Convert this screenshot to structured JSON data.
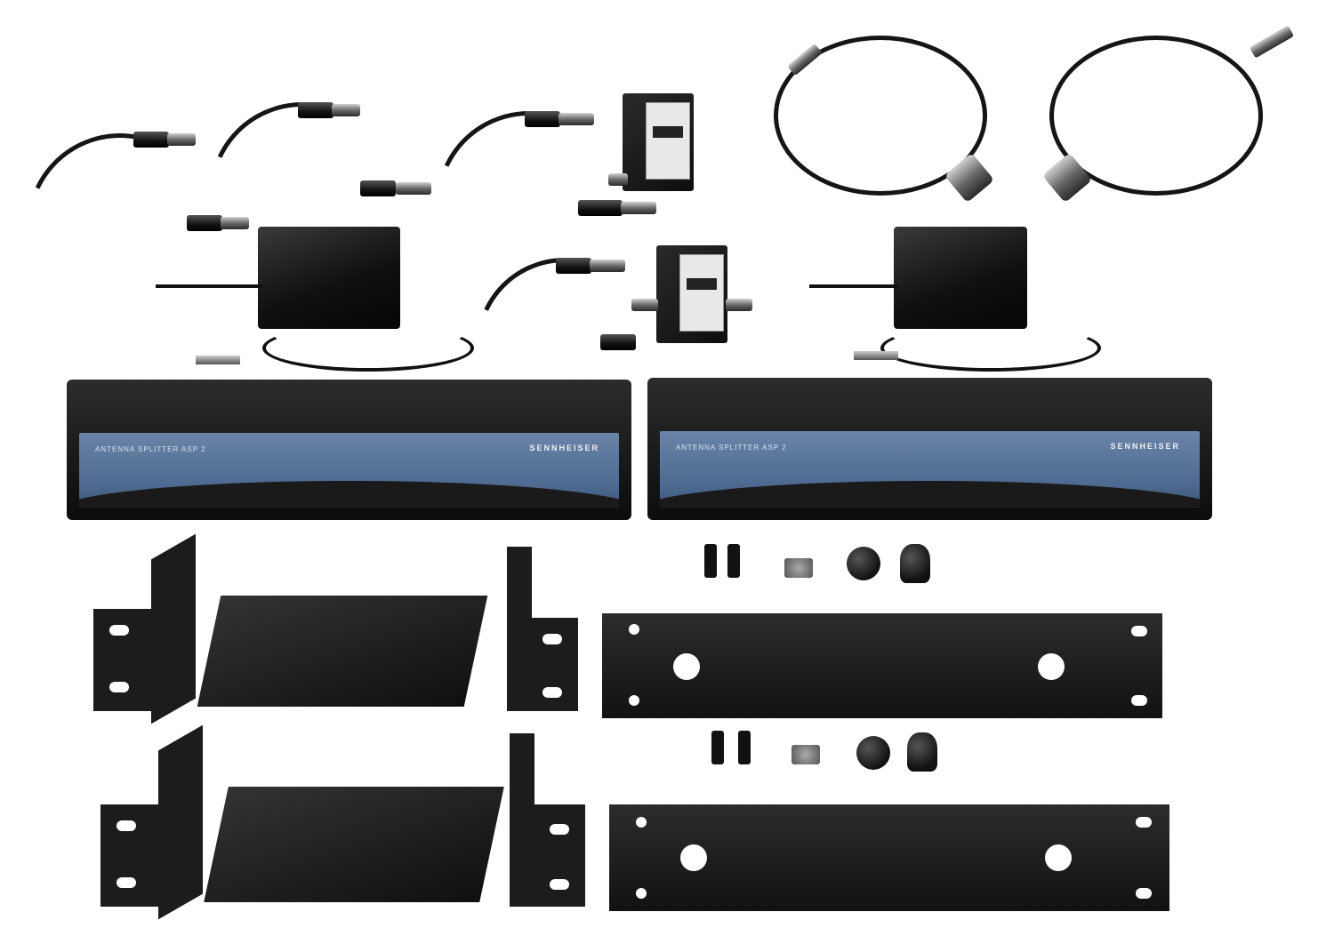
{
  "image": {
    "kind": "product-photo",
    "background": "#ffffff",
    "description": "Antenna splitter kit contents"
  },
  "items": {
    "short_bnc_cables": {
      "count": 4,
      "label": "BNC jumper cable"
    },
    "long_bnc_cables": {
      "count": 2,
      "label": "BNC cable with panel-mount connector"
    },
    "antenna_boosters": {
      "count": 2,
      "label": "Antenna booster"
    },
    "power_supplies": {
      "count": 2,
      "label": "Power supply"
    },
    "splitters": [
      {
        "model_text": "ANTENNA SPLITTER ASP 2",
        "brand_text": "SENNHEISER"
      },
      {
        "model_text": "ANTENNA SPLITTER ASP 2",
        "brand_text": "SENNHEISER"
      }
    ],
    "rack_mount_kits": {
      "count": 2,
      "label": "Rack mount kit",
      "parts": [
        "left ear",
        "shelf",
        "right ear",
        "joining plate",
        "screws",
        "nuts",
        "cover caps"
      ]
    }
  },
  "colors": {
    "device_body": "#121212",
    "front_panel_blue": "#55709a",
    "connector_silver": "#b0b0b0"
  }
}
